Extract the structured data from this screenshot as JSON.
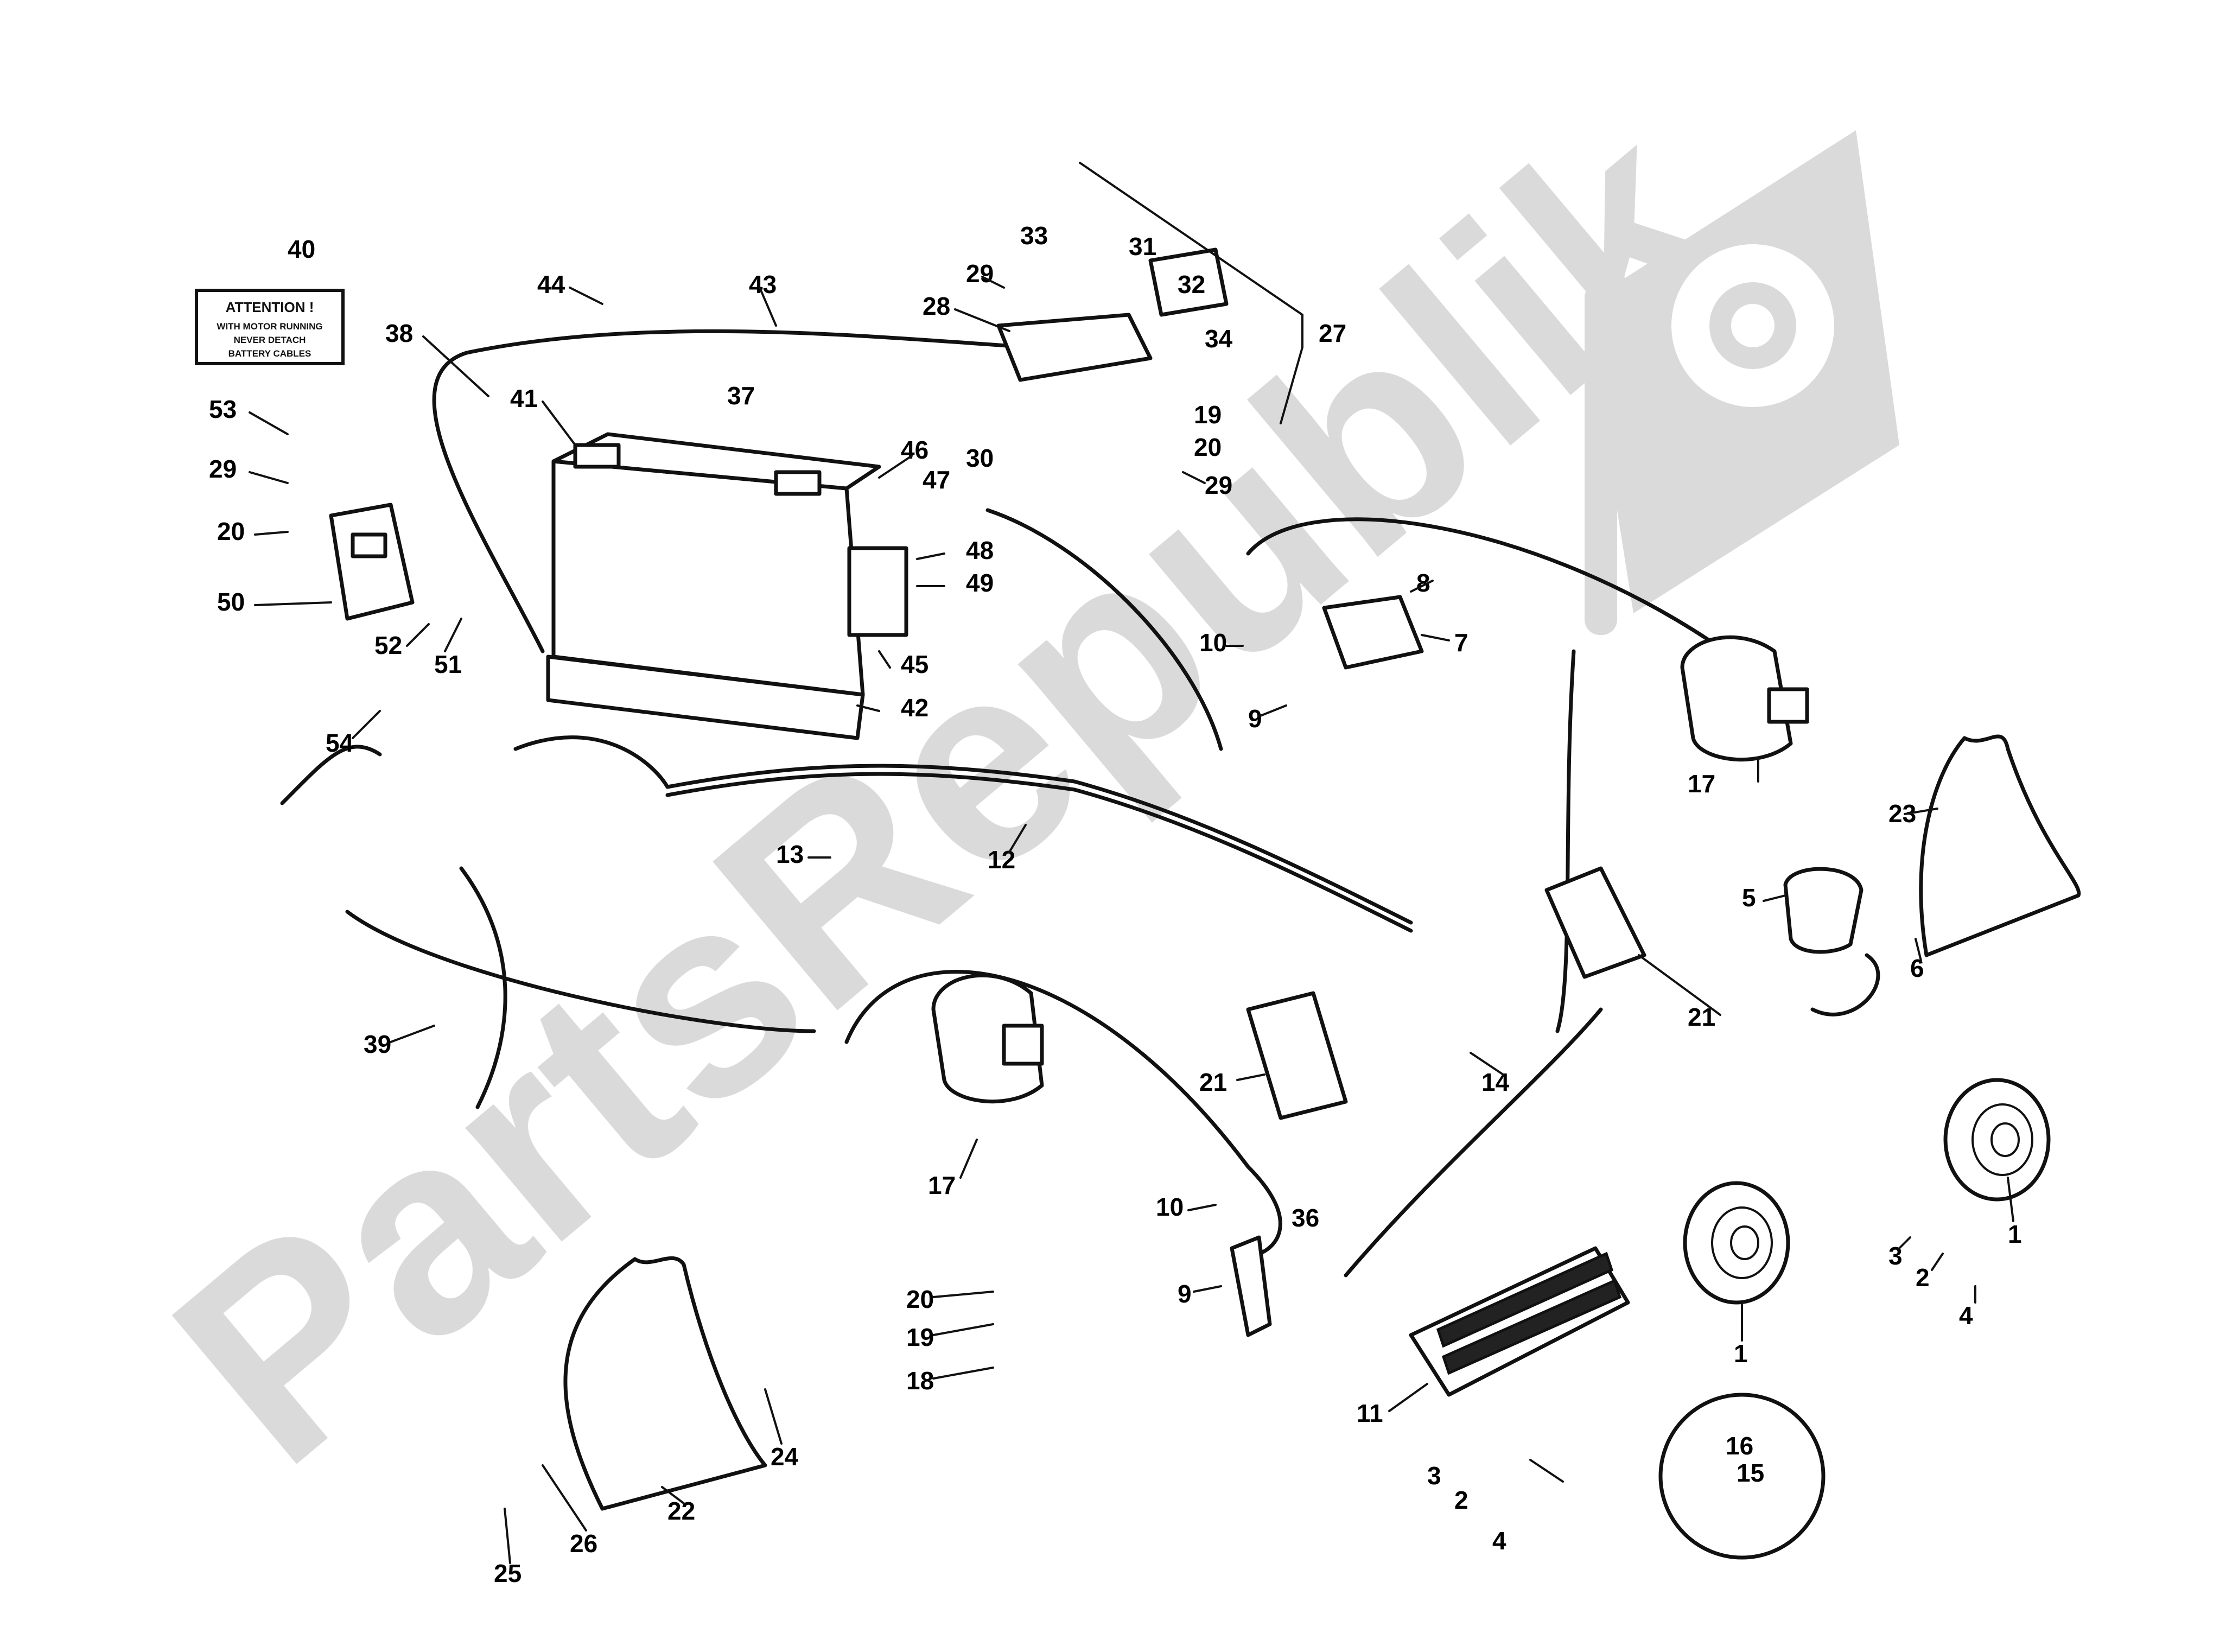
{
  "watermark": {
    "text": "PartsRepublik",
    "color": "#d6d6d6"
  },
  "warning_label": {
    "heading": "ATTENTION !",
    "lines": [
      "WITH MOTOR RUNNING",
      "NEVER DETACH",
      "BATTERY CABLES"
    ]
  },
  "callouts": {
    "c1a": "1",
    "c1b": "1",
    "c2a": "2",
    "c2b": "2",
    "c3a": "3",
    "c3b": "3",
    "c4a": "4",
    "c4b": "4",
    "c5": "5",
    "c6": "6",
    "c7": "7",
    "c8": "8",
    "c9a": "9",
    "c9b": "9",
    "c10a": "10",
    "c10b": "10",
    "c11": "11",
    "c12": "12",
    "c13": "13",
    "c14": "14",
    "c15": "15",
    "c16": "16",
    "c17a": "17",
    "c17b": "17",
    "c18": "18",
    "c19a": "19",
    "c19b": "19",
    "c20a": "20",
    "c20b": "20",
    "c20c": "20",
    "c21a": "21",
    "c21b": "21",
    "c22": "22",
    "c23": "23",
    "c24": "24",
    "c25": "25",
    "c26": "26",
    "c27": "27",
    "c28": "28",
    "c29a": "29",
    "c29b": "29",
    "c29c": "29",
    "c30": "30",
    "c31": "31",
    "c32": "32",
    "c33": "33",
    "c34": "34",
    "c36": "36",
    "c37": "37",
    "c38": "38",
    "c39": "39",
    "c40": "40",
    "c41": "41",
    "c42": "42",
    "c43": "43",
    "c44": "44",
    "c45": "45",
    "c46": "46",
    "c47": "47",
    "c48": "48",
    "c49": "49",
    "c50": "50",
    "c51": "51",
    "c52": "52",
    "c53": "53",
    "c54": "54"
  }
}
